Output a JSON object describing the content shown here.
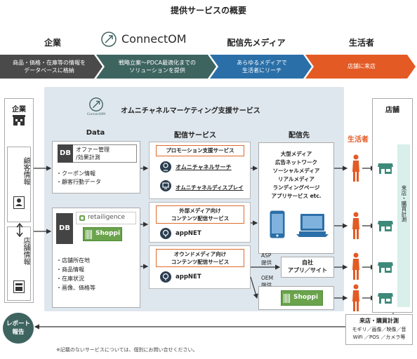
{
  "title": "提供サービスの概要",
  "flow": {
    "headers": [
      "企業",
      "ConnectOM",
      "配信先メディア",
      "生活者"
    ],
    "arrows": [
      {
        "text": "商品・価格・在庫等の情報を\nデータベースに格納",
        "color": "#4a4a4a"
      },
      {
        "text": "戦略立案〜PDCA最適化までの\nソリューションを提供",
        "color": "#3e6460"
      },
      {
        "text": "あらゆるメディアで\n生活者にリーチ",
        "color": "#2b6fa8"
      },
      {
        "text": "店舗に来店",
        "color": "#e35a24"
      }
    ]
  },
  "left": {
    "title": "企業",
    "customer_info": "顧客情報",
    "store_info": "店舗情報",
    "report": "レポート\n報告"
  },
  "panel": {
    "logo_sub": "ConnectOM",
    "title": "オムニチャネルマーケティング支援サービス",
    "col_data": "Data",
    "col_service": "配信サービス",
    "col_dest": "配信先",
    "db1": {
      "tag": "DB",
      "label": "オファー管理\n/効果計測",
      "items": [
        "・クーポン情報",
        "・顧客行動データ"
      ]
    },
    "db2": {
      "tag": "DB",
      "brand1": "retailigence",
      "brand2": "Shoppi",
      "items": [
        "・店舗所在地",
        "・商品情報",
        "・在庫状況",
        "・画像、価格等"
      ]
    },
    "svc1": {
      "heading": "プロモーション支援サービス",
      "items": [
        "オムニチャネルサーチ",
        "オムニチャネルディスプレイ"
      ]
    },
    "svc2": {
      "heading": "外部メディア向け\nコンテンツ配信サービス",
      "item": "appNET"
    },
    "svc3": {
      "heading": "オウンドメディア向け\nコンテンツ配信サービス",
      "item": "appNET"
    },
    "dest_media": [
      "大型メディア",
      "広告ネットワーク",
      "ソーシャルメディア",
      "リアルメディア",
      "ランディングページ",
      "アプリサービス etc."
    ],
    "asp": "ASP\n提供",
    "oem": "OEM\n提供",
    "own_app": "自社\nアプリ／サイト",
    "shoppi": "Shoppi"
  },
  "right": {
    "consumer": "生活者",
    "store": "店舗",
    "visit": "来店・購買計測",
    "measure_title": "来店・購買計測",
    "measure_body": "モギリ／画像／映像／音\nWiFi ／POS ／カメラ等"
  },
  "footnote": "※記載のないサービスについては、個別にお問い合せください。",
  "colors": {
    "orange": "#e35a24",
    "teal": "#3e6460",
    "blue": "#2b6fa8",
    "dark": "#4a4a4a",
    "panel": "#dfe7ee",
    "mint": "#d8efea"
  }
}
